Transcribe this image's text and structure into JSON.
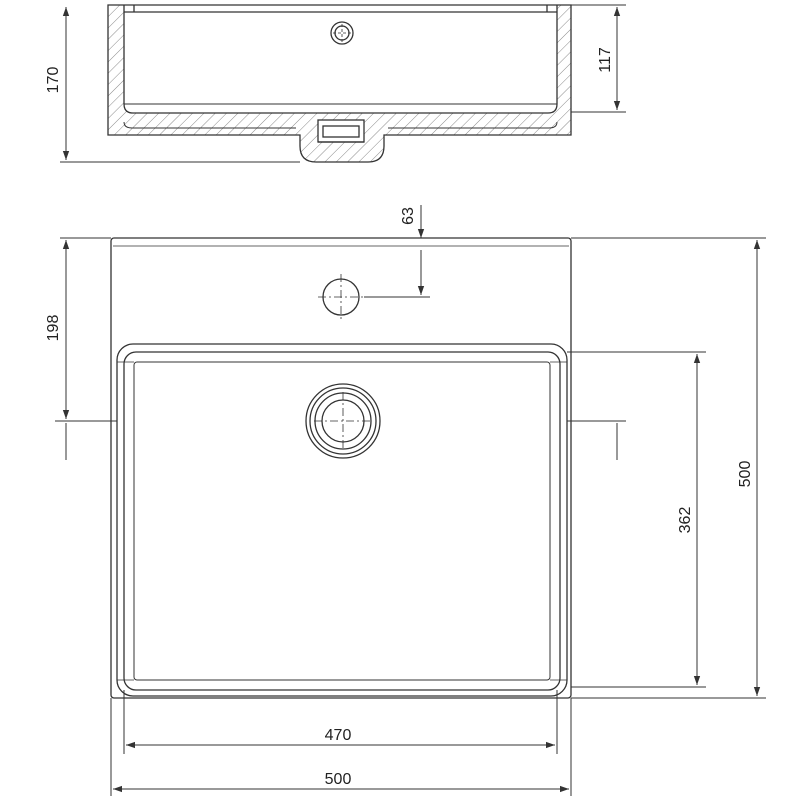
{
  "dimensions": {
    "side_height": "170",
    "side_depth": "117",
    "tap_hole_offset": "63",
    "drain_offset": "198",
    "bowl_depth": "362",
    "total_depth": "500",
    "bowl_width": "470",
    "total_width": "500"
  },
  "colors": {
    "line": "#333333",
    "hatch": "#8a8a8a",
    "background": "#ffffff"
  }
}
